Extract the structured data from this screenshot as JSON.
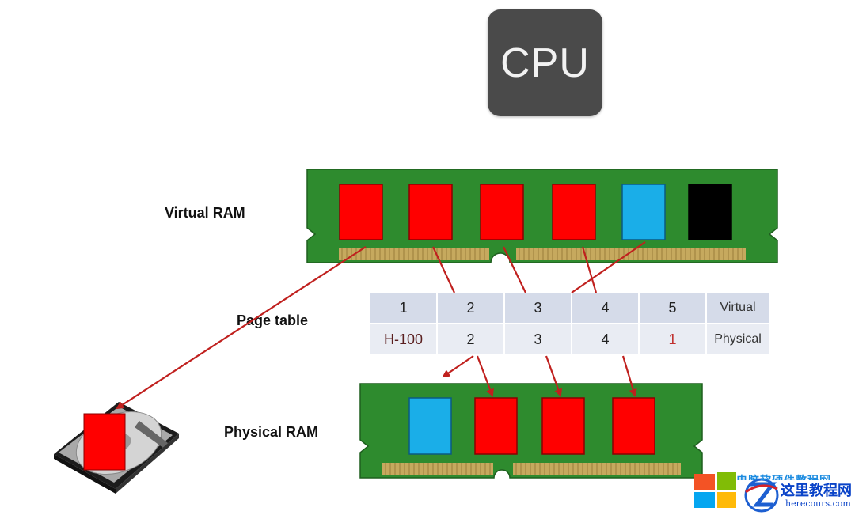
{
  "cpu": {
    "label": "CPU"
  },
  "labels": {
    "virtual_ram": "Virtual RAM",
    "page_table": "Page table",
    "physical_ram": "Physical RAM"
  },
  "page_table": {
    "virtual_row": [
      "1",
      "2",
      "3",
      "4",
      "5"
    ],
    "virtual_label": "Virtual",
    "physical_row": [
      "H-100",
      "2",
      "3",
      "4",
      "1"
    ],
    "physical_label": "Physical"
  },
  "virtual_ram_blocks": [
    "red",
    "red",
    "red",
    "red",
    "blue",
    "black"
  ],
  "physical_ram_blocks": [
    "blue",
    "red",
    "red",
    "red"
  ],
  "colors": {
    "ram_green": "#2e8b2e",
    "ram_dark": "#1f5f1f",
    "block_red": "#ff0000",
    "block_blue": "#1aaee8",
    "block_black": "#000000",
    "arrow": "#c0201e"
  },
  "watermark": {
    "line1": "电脑软硬件教程网",
    "name": "这里教程网",
    "url": "herecours.com"
  }
}
